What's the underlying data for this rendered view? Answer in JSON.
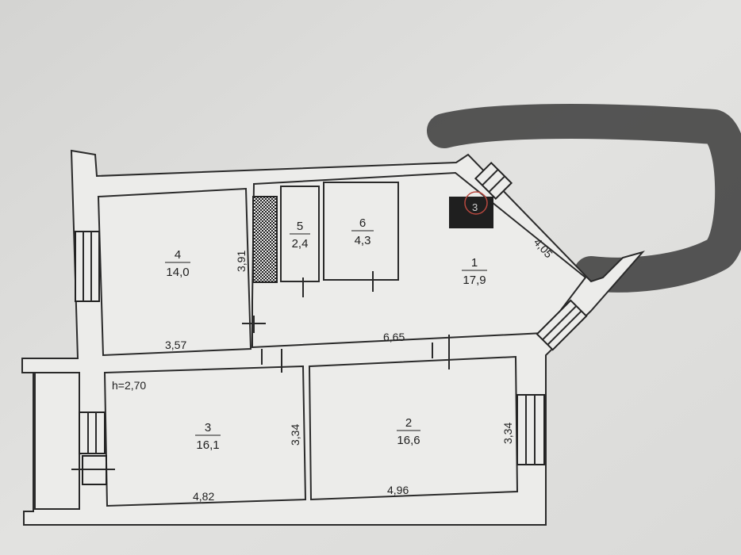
{
  "plan": {
    "ceiling_height": "h=2,70",
    "rooms": [
      {
        "id": "1",
        "area": "17,9"
      },
      {
        "id": "2",
        "area": "16,6"
      },
      {
        "id": "3",
        "area": "16,1"
      },
      {
        "id": "4",
        "area": "14,0"
      },
      {
        "id": "5",
        "area": "2,4"
      },
      {
        "id": "6",
        "area": "4,3"
      }
    ],
    "dimensions": {
      "room4_height": "3,91",
      "room4_width": "3,57",
      "corridor_length": "6,65",
      "diagonal_wall": "4,05",
      "room3_height": "3,34",
      "room3_width": "4,82",
      "room2_width": "4,96",
      "room2_height": "3,34"
    },
    "stamp_text": "3"
  },
  "colors": {
    "paper": "#dcdcdb",
    "line": "#2a2a2a",
    "marker": "#3a3a3a"
  }
}
